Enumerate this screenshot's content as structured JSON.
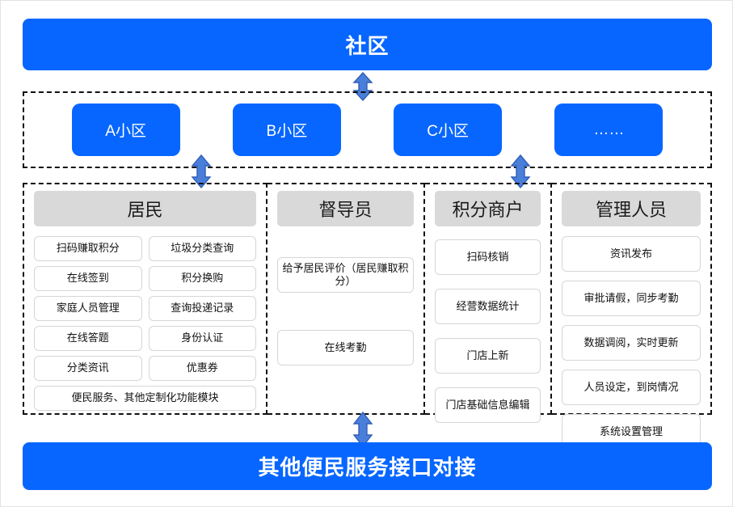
{
  "diagram": {
    "title_bar": {
      "label": "社区"
    },
    "footer_bar": {
      "label": "其他便民服务接口对接"
    },
    "estates": {
      "items": [
        {
          "label": "A小区"
        },
        {
          "label": "B小区"
        },
        {
          "label": "C小区"
        },
        {
          "label": "……"
        }
      ]
    },
    "roles": [
      {
        "title": "居民",
        "layout": "grid",
        "items": [
          "扫码赚取积分",
          "垃圾分类查询",
          "在线签到",
          "积分换购",
          "家庭人员管理",
          "查询投递记录",
          "在线答题",
          "身份认证",
          "分类资讯",
          "优惠券"
        ],
        "full_width_items": [
          "便民服务、其他定制化功能模块"
        ]
      },
      {
        "title": "督导员",
        "layout": "stack",
        "items": [
          "给予居民评价（居民赚取积分）",
          "在线考勤"
        ]
      },
      {
        "title": "积分商户",
        "layout": "stack",
        "items": [
          "扫码核销",
          "经营数据统计",
          "门店上新",
          "门店基础信息编辑"
        ]
      },
      {
        "title": "管理人员",
        "layout": "stack",
        "items": [
          "资讯发布",
          "审批请假，同步考勤",
          "数据调阅，实时更新",
          "人员设定，到岗情况",
          "系统设置管理"
        ]
      }
    ],
    "connectors": [
      {
        "name": "community-to-estates",
        "direction": "both"
      },
      {
        "name": "estates-to-residents",
        "direction": "both"
      },
      {
        "name": "estates-to-merchants",
        "direction": "both"
      },
      {
        "name": "roles-to-footer",
        "direction": "both"
      }
    ],
    "colors": {
      "brand_blue": "#0766FF",
      "header_gray": "#D9D9D9",
      "arrow_blue": "#4A7EDB",
      "arrow_outline": "#2F5FB5",
      "dashed_border": "#111111"
    }
  }
}
